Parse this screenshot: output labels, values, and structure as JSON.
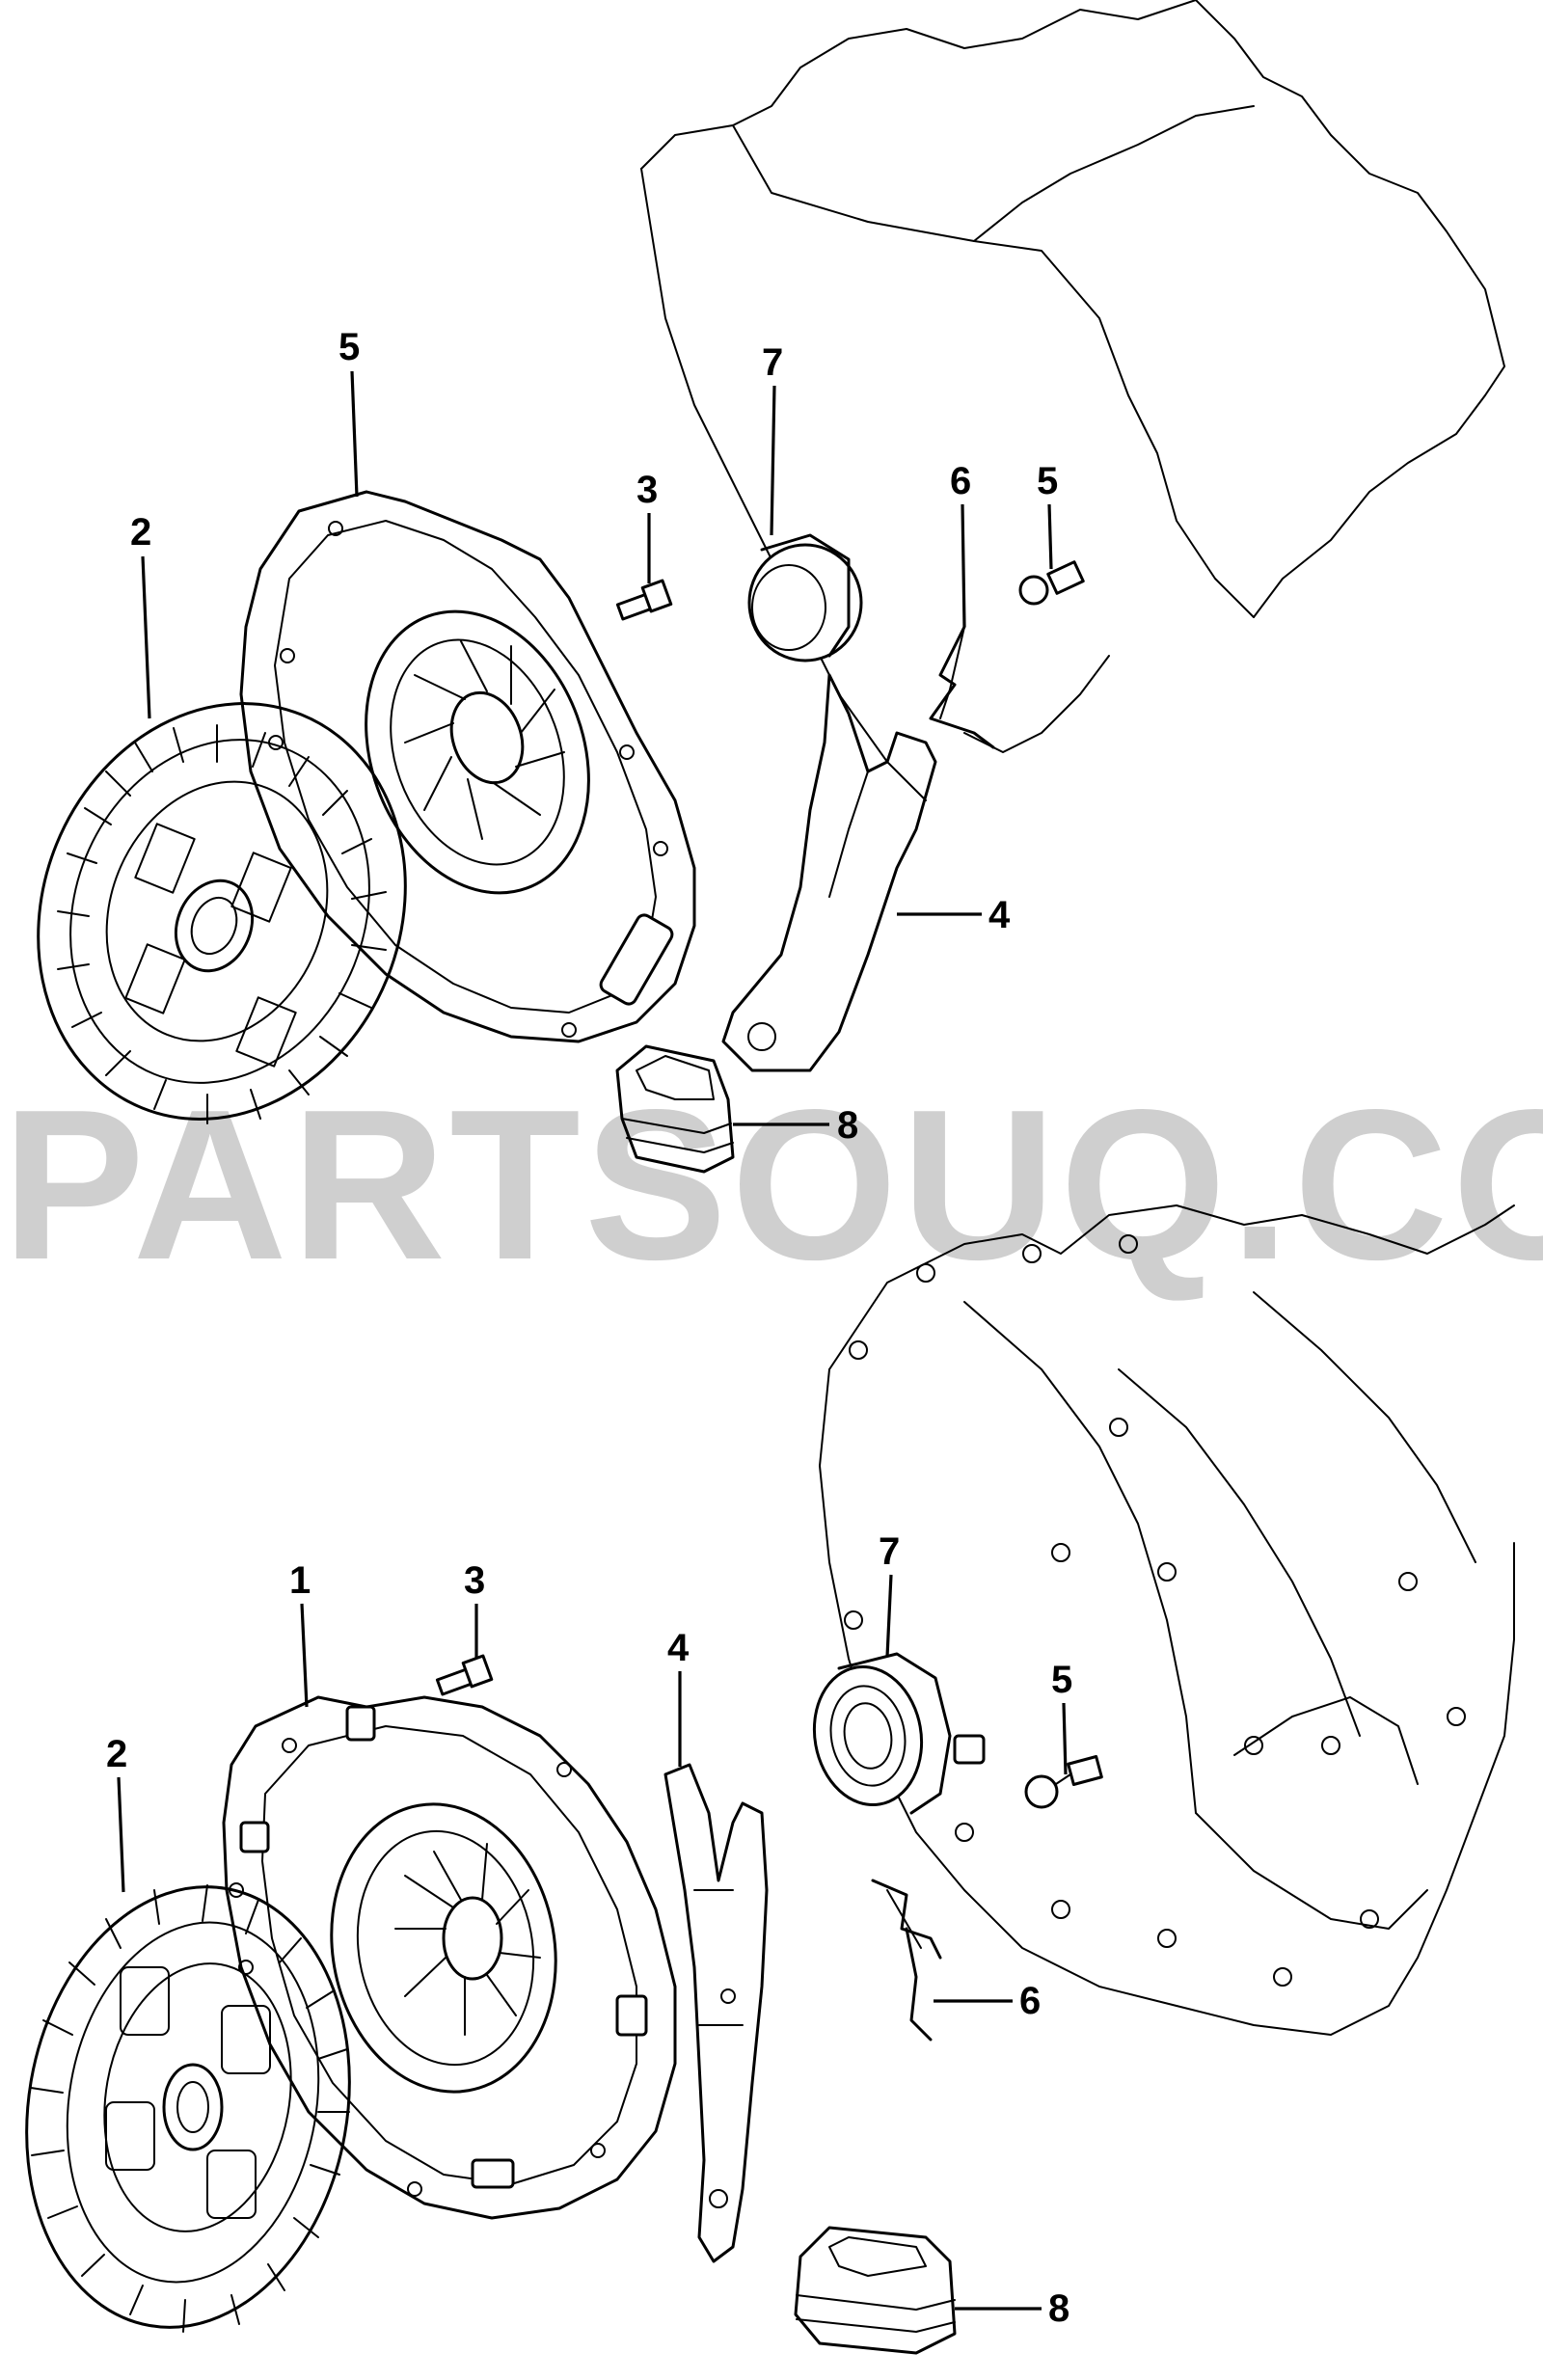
{
  "watermark": "PARTSOUQ.COM",
  "upper_view": {
    "callouts": [
      "5",
      "7",
      "3",
      "6",
      "5",
      "2",
      "4",
      "8"
    ]
  },
  "lower_view": {
    "callouts": [
      "1",
      "3",
      "4",
      "7",
      "5",
      "2",
      "6",
      "8"
    ]
  }
}
